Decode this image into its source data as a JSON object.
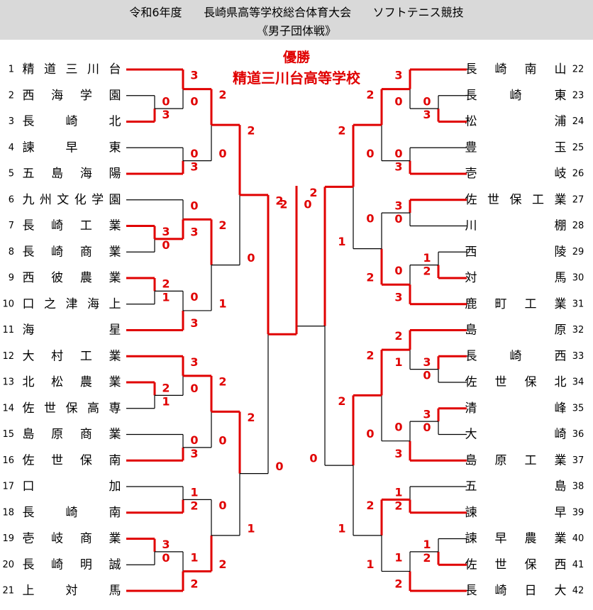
{
  "header": {
    "left": "令和6年度",
    "middle": "長崎県高等学校総合体育大会",
    "right": "ソフトテニス競技",
    "subtitle": "《男子団体戦》"
  },
  "champion": {
    "label": "優勝",
    "name": "精道三川台高等学校"
  },
  "colors": {
    "win": "#e00000",
    "line": "#000000",
    "header_bg": "#d9d9d9"
  },
  "teams": [
    "精道三川台",
    "西海学園",
    "長崎北",
    "諫早東",
    "五島海陽",
    "九州文化学園",
    "長崎工業",
    "長崎商業",
    "西彼農業",
    "口之津海上",
    "海星",
    "大村工業",
    "北松農業",
    "佐世保高専",
    "島原商業",
    "佐世保南",
    "口加",
    "長崎南",
    "壱岐商業",
    "長崎明誠",
    "上対馬",
    "長崎南山",
    "長崎東",
    "松浦",
    "豊玉",
    "壱岐",
    "佐世保工業",
    "川棚",
    "西陵",
    "対馬",
    "鹿町工業",
    "島原",
    "長崎西",
    "佐世保北",
    "清峰",
    "大崎",
    "島原工業",
    "五島",
    "諫早",
    "諫早農業",
    "佐世保西",
    "長崎日大"
  ],
  "matches": {
    "L": {
      "r1": [
        [
          "2",
          "3",
          "0",
          "3"
        ],
        [
          "9",
          "10",
          "2",
          "1"
        ],
        [
          "13",
          "14",
          "2",
          "1"
        ],
        [
          "19",
          "20",
          "3",
          "0"
        ],
        [
          "7",
          "8",
          "3",
          "0"
        ]
      ],
      "r2": [
        [
          "1",
          "W0",
          "3",
          "0"
        ],
        [
          "4",
          "5",
          "0",
          "3"
        ],
        [
          "6",
          "W4",
          "0",
          "3"
        ],
        [
          "W1",
          "11",
          "0",
          "3"
        ],
        [
          "12",
          "W2",
          "3",
          "0"
        ],
        [
          "15",
          "16",
          "0",
          "3"
        ],
        [
          "17",
          "18",
          "1",
          "2"
        ],
        [
          "W3",
          "21",
          "1",
          "2"
        ]
      ],
      "r3": [
        [
          "A0",
          "A1",
          "2",
          "0"
        ],
        [
          "A2",
          "A3",
          "2",
          "1"
        ],
        [
          "A4",
          "A5",
          "2",
          "0"
        ],
        [
          "A6",
          "A7",
          "0",
          "2"
        ]
      ],
      "r4": [
        [
          "B0",
          "B1",
          "2",
          "0"
        ],
        [
          "B2",
          "B3",
          "2",
          "1"
        ]
      ],
      "r5": [
        [
          "C0",
          "C1",
          "2",
          "0"
        ]
      ]
    },
    "R": {
      "r1": [
        [
          "23",
          "24",
          "0",
          "3"
        ],
        [
          "29",
          "30",
          "1",
          "2"
        ],
        [
          "33",
          "34",
          "3",
          "0"
        ],
        [
          "35",
          "36",
          "3",
          "0"
        ],
        [
          "40",
          "41",
          "1",
          "2"
        ]
      ],
      "r2": [
        [
          "22",
          "W0",
          "3",
          "0"
        ],
        [
          "25",
          "26",
          "0",
          "3"
        ],
        [
          "27",
          "28",
          "3",
          "0"
        ],
        [
          "W1",
          "31",
          "0",
          "3"
        ],
        [
          "32",
          "W2",
          "2",
          "1"
        ],
        [
          "W3",
          "37",
          "0",
          "3"
        ],
        [
          "38",
          "39",
          "1",
          "2"
        ],
        [
          "W4",
          "42",
          "1",
          "2"
        ]
      ],
      "r3": [
        [
          "A0",
          "A1",
          "2",
          "0"
        ],
        [
          "A2",
          "A3",
          "0",
          "2"
        ],
        [
          "A4",
          "A5",
          "2",
          "0"
        ],
        [
          "A6",
          "A7",
          "2",
          "1"
        ]
      ],
      "r4": [
        [
          "B0",
          "B1",
          "2",
          "1"
        ],
        [
          "B2",
          "B3",
          "2",
          "1"
        ]
      ],
      "r5": [
        [
          "C0",
          "C1",
          "2",
          "0"
        ]
      ]
    },
    "final": [
      "2",
      "0"
    ]
  }
}
